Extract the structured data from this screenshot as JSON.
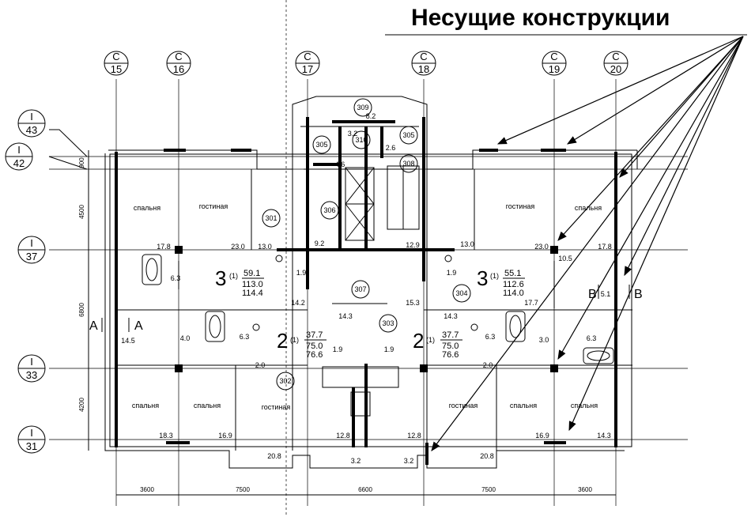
{
  "title": "Несущие конструкции",
  "col_axes": [
    {
      "top": "С",
      "bottom": "15"
    },
    {
      "top": "С",
      "bottom": "16"
    },
    {
      "top": "С",
      "bottom": "17"
    },
    {
      "top": "С",
      "bottom": "18"
    },
    {
      "top": "С",
      "bottom": "19"
    },
    {
      "top": "С",
      "bottom": "20"
    }
  ],
  "row_axes": [
    {
      "top": "I",
      "bottom": "43"
    },
    {
      "top": "I",
      "bottom": "42"
    },
    {
      "top": "I",
      "bottom": "37"
    },
    {
      "top": "I",
      "bottom": "33"
    },
    {
      "top": "I",
      "bottom": "31"
    }
  ],
  "room_labels": {
    "bedroom": "спальня",
    "living": "гостиная"
  },
  "room_numbers": [
    "309",
    "305",
    "310",
    "305",
    "308",
    "301",
    "306",
    "307",
    "304",
    "303",
    "302"
  ],
  "areas": [
    "8.2",
    "3.2",
    "2.6",
    "4.6",
    "17.8",
    "23.0",
    "13.0",
    "9.2",
    "12.9",
    "13.0",
    "23.0",
    "10.5",
    "17.8",
    "6.3",
    "1.9",
    "1.9",
    "14.2",
    "15.3",
    "17.7",
    "5.1",
    "14.5",
    "4.0",
    "6.3",
    "14.3",
    "14.3",
    "6.3",
    "3.0",
    "6.3",
    "1.9",
    "1.9",
    "2.0",
    "2.0",
    "18.3",
    "16.9",
    "12.8",
    "12.8",
    "16.9",
    "14.3",
    "20.8",
    "3.2",
    "3.2",
    "20.8"
  ],
  "apartments": [
    {
      "rooms": "3",
      "sup": "(1)",
      "living": "59.1",
      "total": "113.0",
      "total2": "114.4"
    },
    {
      "rooms": "3",
      "sup": "(1)",
      "living": "55.1",
      "total": "112.6",
      "total2": "114.0"
    },
    {
      "rooms": "2",
      "sup": "(1)",
      "living": "37.7",
      "total": "75.0",
      "total2": "76.6"
    },
    {
      "rooms": "2",
      "sup": "(1)",
      "living": "37.7",
      "total": "75.0",
      "total2": "76.6"
    }
  ],
  "section_marks": [
    "A",
    "A",
    "B",
    "B"
  ],
  "dims_vertical": [
    "900",
    "4500",
    "6800",
    "4200"
  ],
  "dims_horizontal": [
    "3600",
    "7500",
    "6600",
    "7500",
    "3600"
  ]
}
